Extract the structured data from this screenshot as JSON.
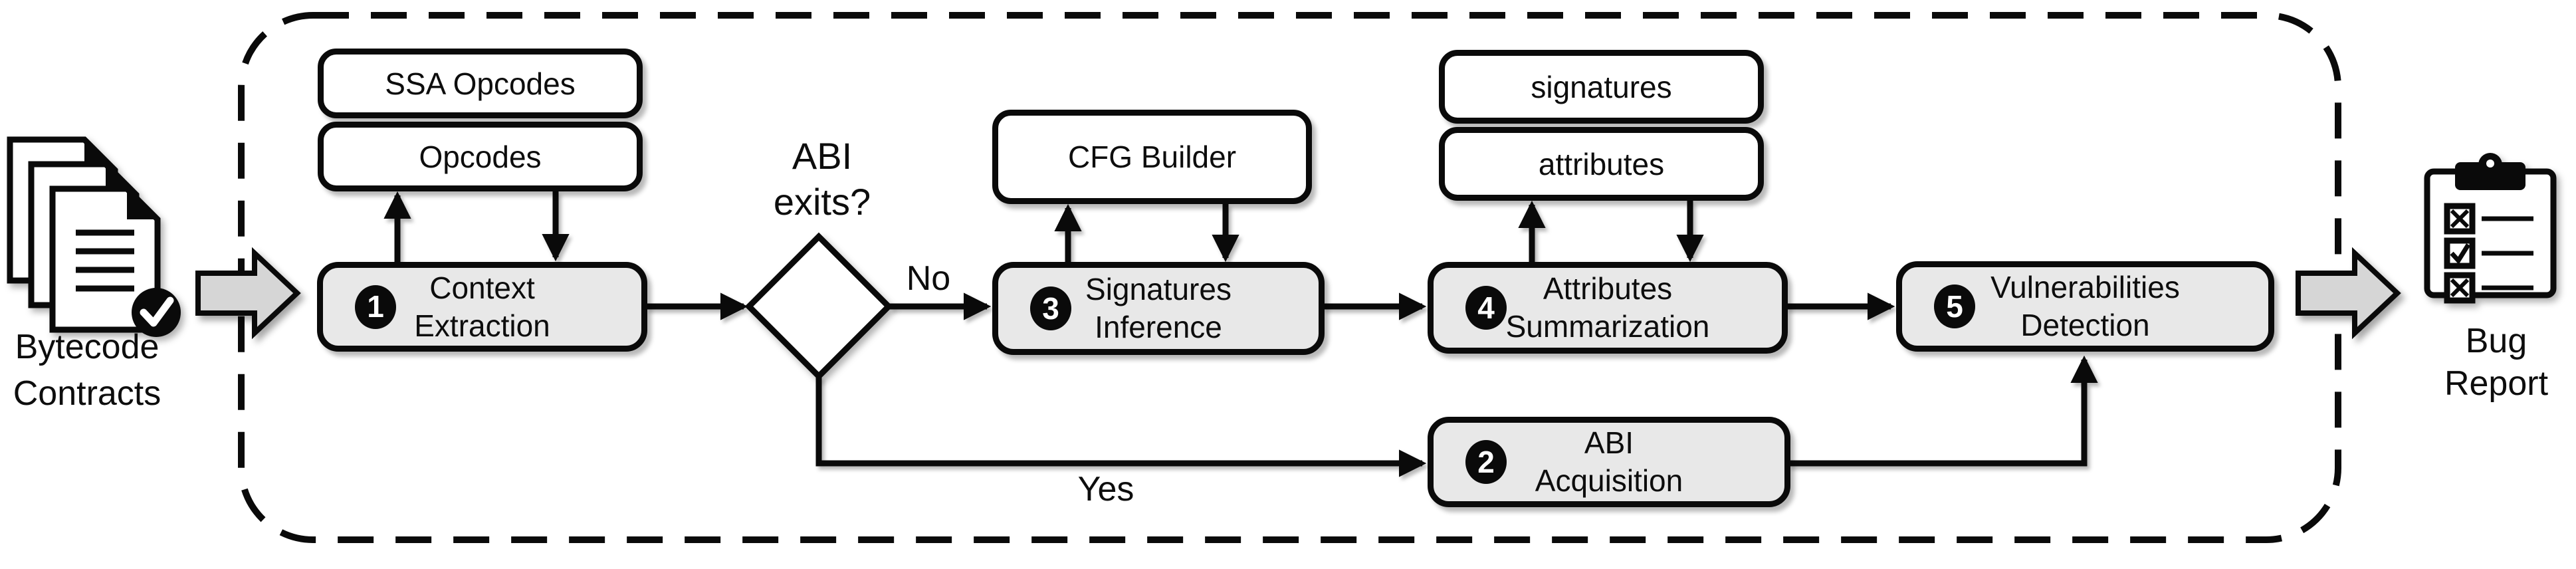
{
  "input": {
    "label": "Bytecode\nContracts"
  },
  "output": {
    "label": "Bug\nReport"
  },
  "decision": {
    "question": "ABI\nexits?",
    "no": "No",
    "yes": "Yes"
  },
  "stores": {
    "ssa_opcodes": {
      "label": "SSA Opcodes"
    },
    "opcodes": {
      "label": "Opcodes"
    },
    "cfg_builder": {
      "label": "CFG Builder"
    },
    "signatures": {
      "label": "signatures"
    },
    "attributes": {
      "label": "attributes"
    }
  },
  "steps": [
    {
      "number": "1",
      "label": "Context\nExtraction"
    },
    {
      "number": "2",
      "label": "ABI\nAcquisition"
    },
    {
      "number": "3",
      "label": "Signatures\nInference"
    },
    {
      "number": "4",
      "label": "Attributes\nSummarization"
    },
    {
      "number": "5",
      "label": "Vulnerabilities\nDetection"
    }
  ],
  "colors": {
    "process_fill": "#e8e8e8",
    "store_fill": "#ffffff",
    "line_color": "#0a0a0a",
    "block_arrow_fill": "#d6d6d6",
    "text_color": "#0d0d0d"
  }
}
